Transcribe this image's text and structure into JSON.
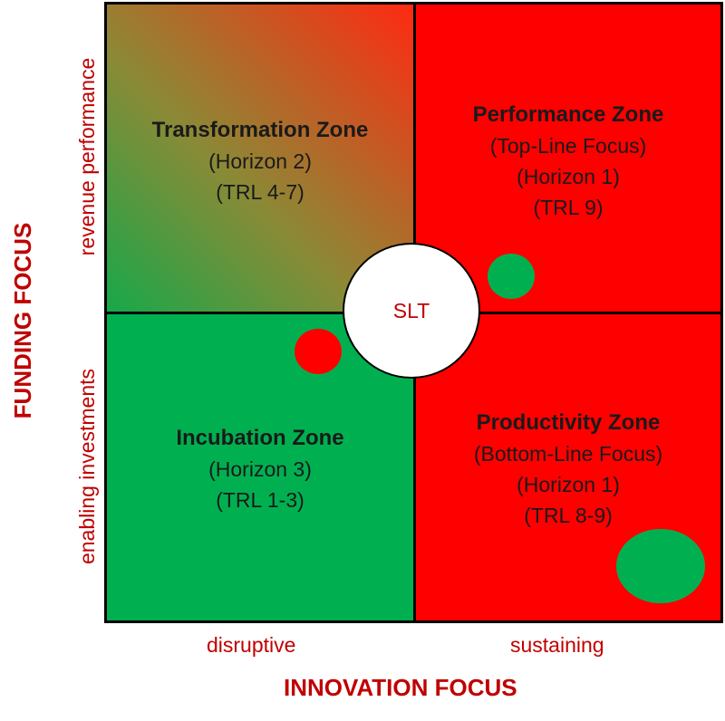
{
  "zones": {
    "transformation": {
      "title": "Transformation Zone",
      "lines": [
        "(Horizon 2)",
        "(TRL 4-7)"
      ]
    },
    "performance": {
      "title": "Performance Zone",
      "lines": [
        "(Top-Line Focus)",
        "(Horizon 1)",
        "(TRL 9)"
      ]
    },
    "incubation": {
      "title": "Incubation Zone",
      "lines": [
        "(Horizon 3)",
        "(TRL 1-3)"
      ]
    },
    "productivity": {
      "title": "Productivity Zone",
      "lines": [
        "(Bottom-Line Focus)",
        "(Horizon 1)",
        "(TRL 8-9)"
      ]
    }
  },
  "center": {
    "label": "SLT"
  },
  "x_axis": {
    "title": "INNOVATION FOCUS",
    "left_label": "disruptive",
    "right_label": "sustaining"
  },
  "y_axis": {
    "title": "FUNDING FOCUS",
    "top_label": "revenue performance",
    "bottom_label": "enabling investments"
  },
  "colors": {
    "red": "#ff0000",
    "green": "#00b050",
    "label": "#c00000"
  }
}
